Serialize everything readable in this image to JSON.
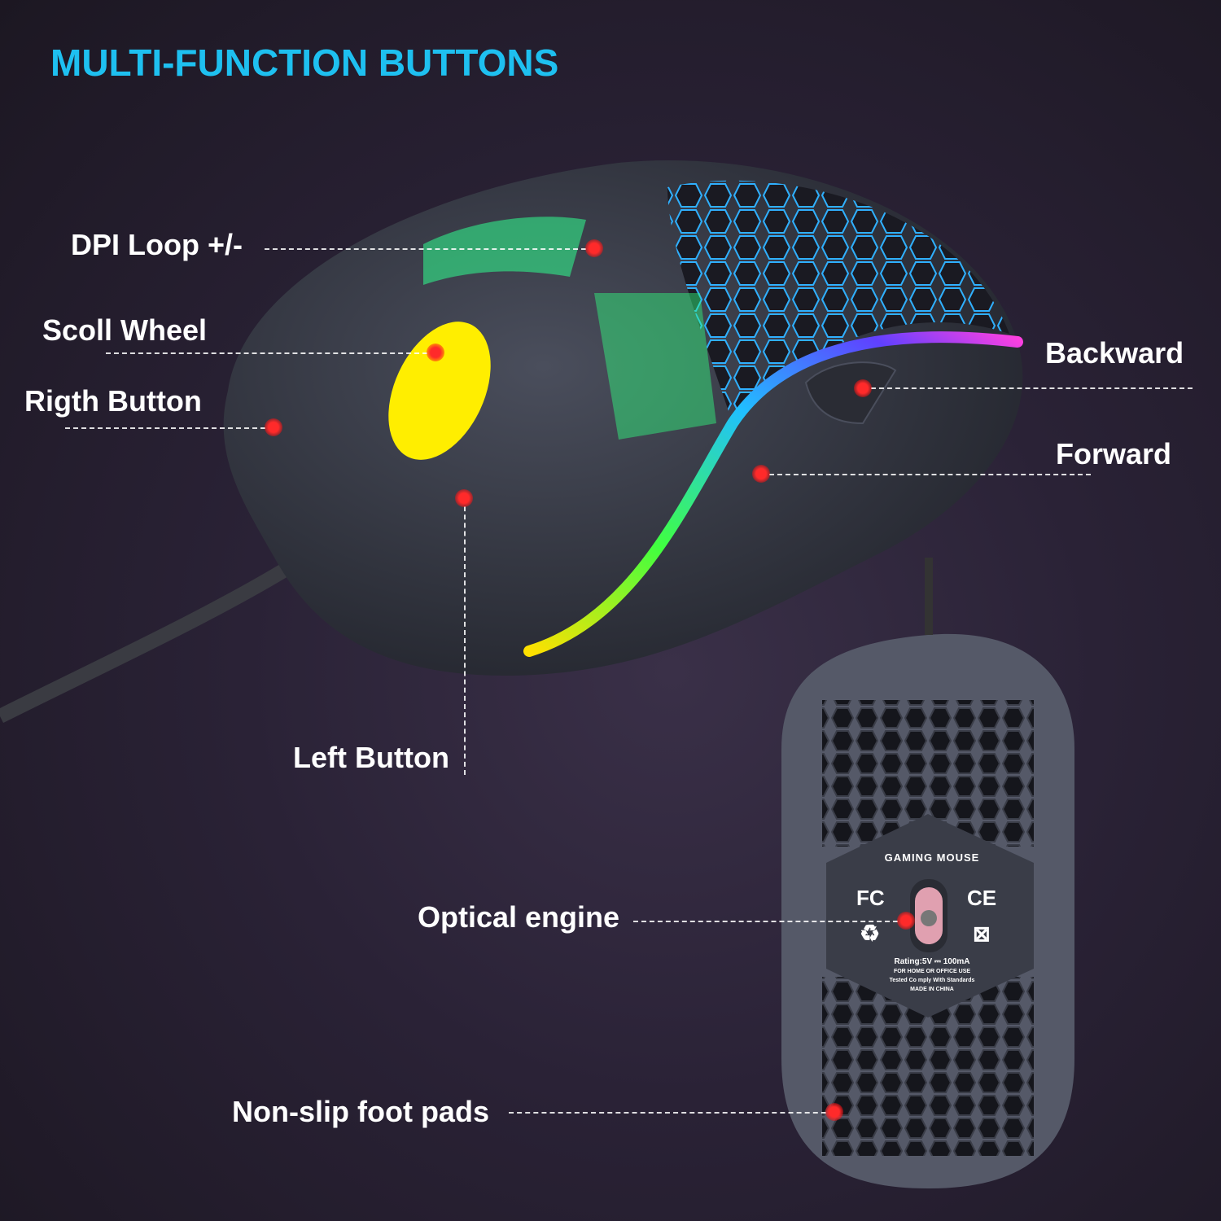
{
  "title": "MULTI-FUNCTION BUTTONS",
  "colors": {
    "title": "#1ec0f0",
    "marker": "#ff2a2a",
    "label": "#ffffff"
  },
  "callouts": [
    {
      "id": "dpi",
      "label": "DPI Loop +/-"
    },
    {
      "id": "scroll",
      "label": "Scoll Wheel"
    },
    {
      "id": "right",
      "label": "Rigth Button"
    },
    {
      "id": "backward",
      "label": "Backward"
    },
    {
      "id": "forward",
      "label": "Forward"
    },
    {
      "id": "left",
      "label": "Left Button"
    },
    {
      "id": "optical",
      "label": "Optical engine"
    },
    {
      "id": "feet",
      "label": "Non-slip foot pads"
    }
  ],
  "underside": {
    "brand": "GAMING MOUSE",
    "fc": "FC",
    "ce": "CE",
    "rating": "Rating:5V ⎓ 100mA",
    "line1": "FOR HOME OR OFFICE USE",
    "line2": "Tested Co mply With Standards",
    "line3": "MADE IN CHINA"
  }
}
